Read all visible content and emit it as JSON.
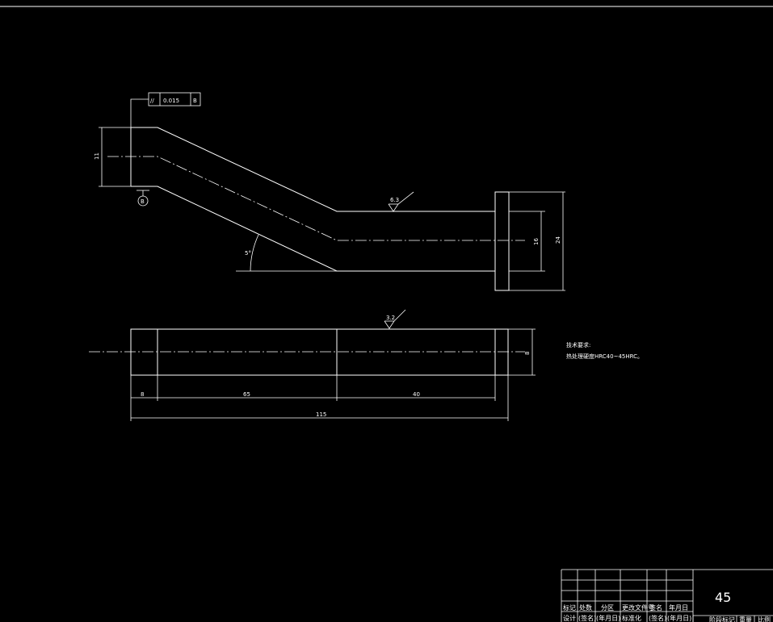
{
  "drawing": {
    "tolerance_frame": {
      "symbol": "//",
      "value": "0.015",
      "datum": "B"
    },
    "datum_label": "B",
    "dims_top_view": {
      "left_height": "11",
      "angle": "5°",
      "roughness_1": "6.3",
      "inner_width": "16",
      "outer_width": "24"
    },
    "dims_bottom_view": {
      "roughness": "3.2",
      "thickness": "8",
      "seg1": "8",
      "seg2": "65",
      "seg3": "40",
      "total": "115"
    },
    "notes": {
      "title": "技术要求:",
      "line1": "热处理硬度HRC40~45HRC。"
    },
    "title_block": {
      "material": "45",
      "row_labels": [
        "标记",
        "处数",
        "分区",
        "更改文件号",
        "签名",
        "年月日"
      ],
      "row2_labels": [
        "设计",
        "(签名)",
        "(年月日)",
        "标准化",
        "(签名)",
        "(年月日)"
      ],
      "bottom_labels": [
        "阶段标记",
        "重量",
        "比例"
      ]
    }
  }
}
